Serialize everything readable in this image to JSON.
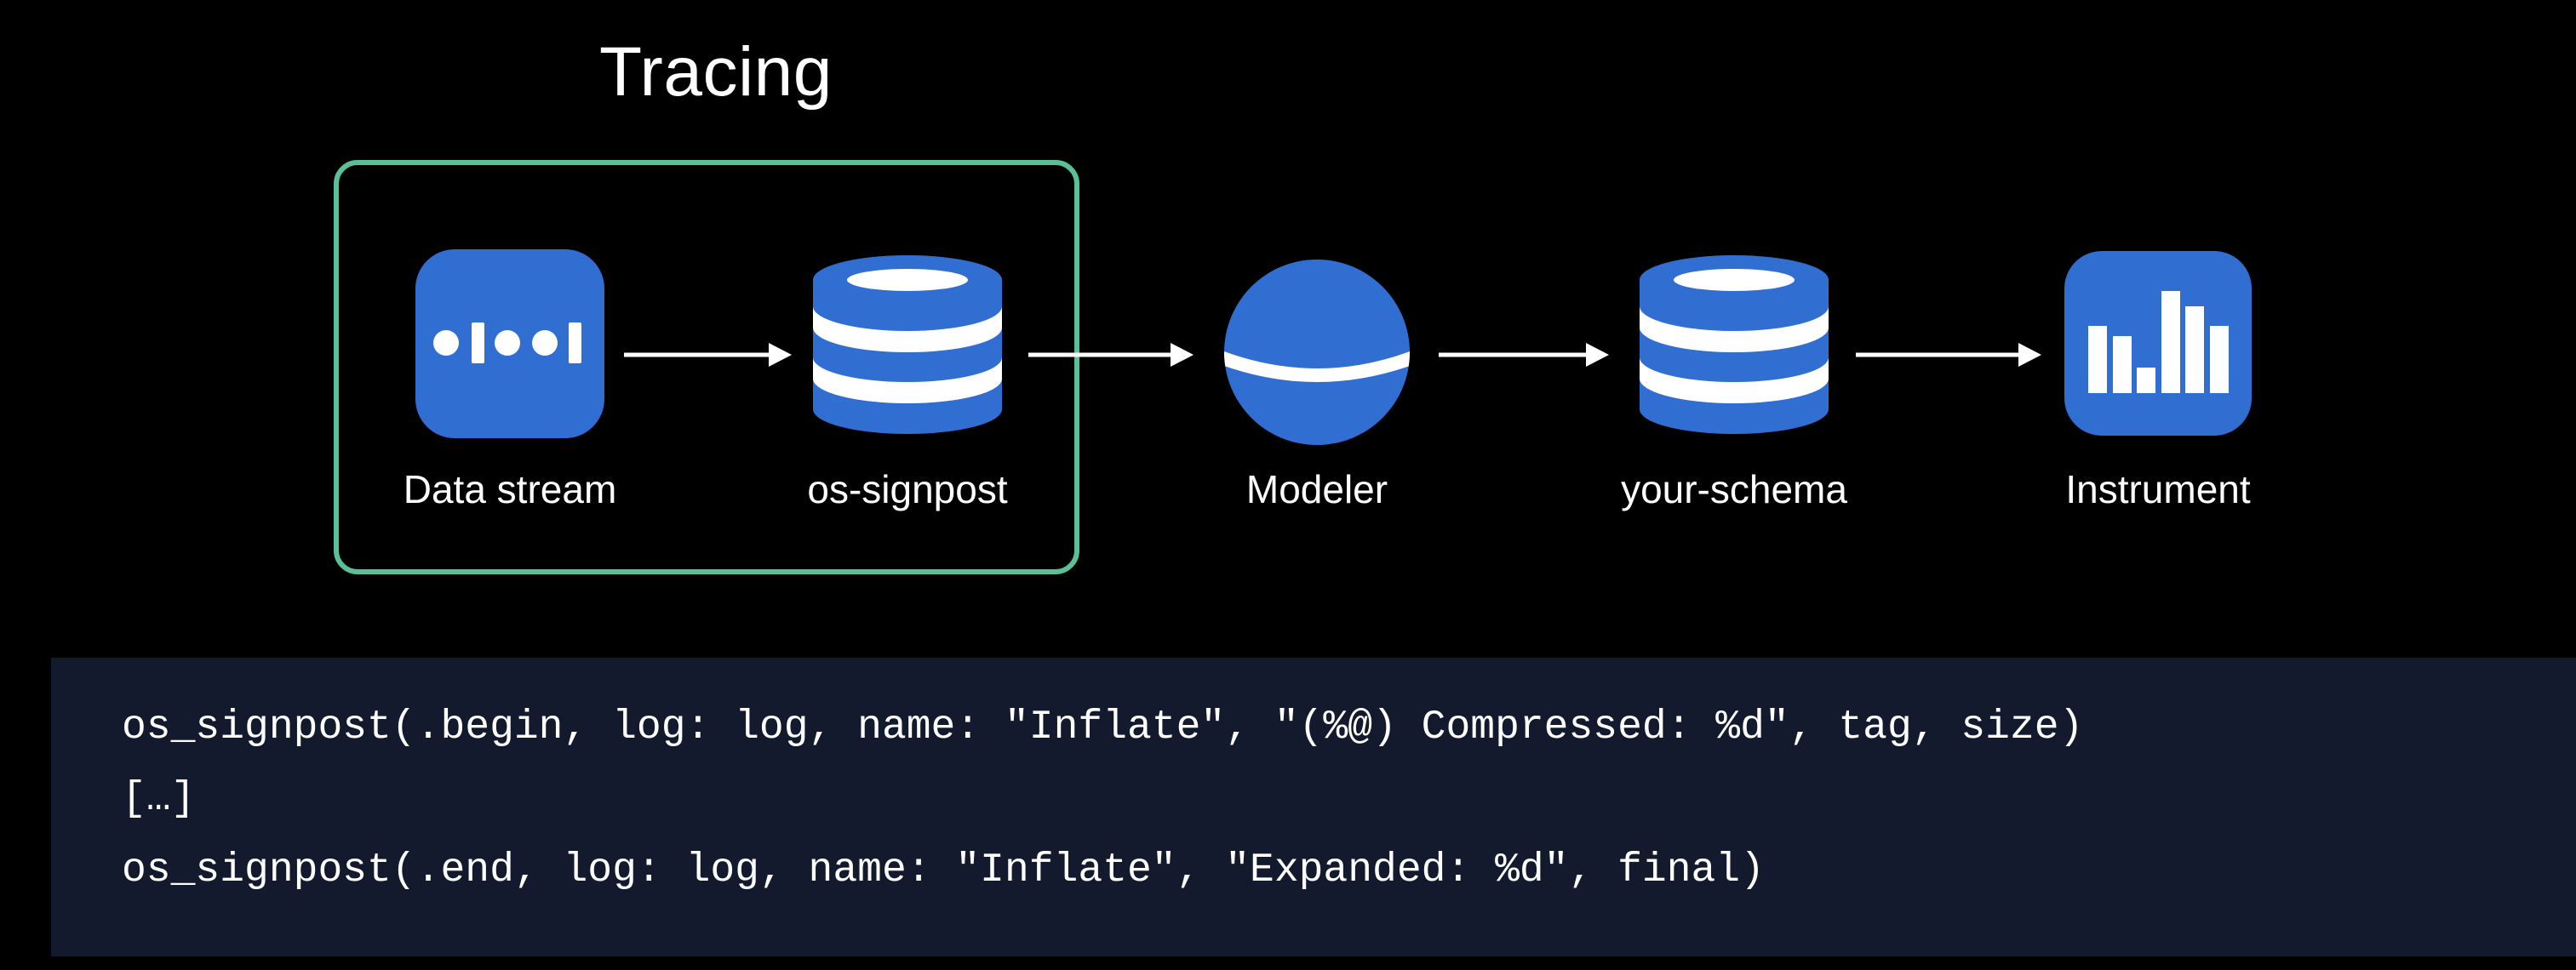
{
  "slide": {
    "title": "Tracing"
  },
  "colors": {
    "background": "#000000",
    "icon_blue": "#316ed2",
    "highlight_green": "#5ac098",
    "code_background": "#131a2d",
    "text": "#ffffff",
    "arrow": "#ffffff"
  },
  "diagram": {
    "nodes": [
      {
        "label": "Data stream",
        "icon": "data-stream-icon"
      },
      {
        "label": "os-signpost",
        "icon": "database-icon"
      },
      {
        "label": "Modeler",
        "icon": "sphere-icon"
      },
      {
        "label": "your-schema",
        "icon": "database-icon"
      },
      {
        "label": "Instrument",
        "icon": "bar-chart-icon"
      }
    ],
    "highlight_box_contains": [
      "Data stream",
      "os-signpost"
    ]
  },
  "code_block": {
    "lines": [
      "os_signpost(.begin, log: log, name: \"Inflate\", \"(%@) Compressed: %d\", tag, size)",
      "[…]",
      "os_signpost(.end, log: log, name: \"Inflate\", \"Expanded: %d\", final)"
    ]
  }
}
